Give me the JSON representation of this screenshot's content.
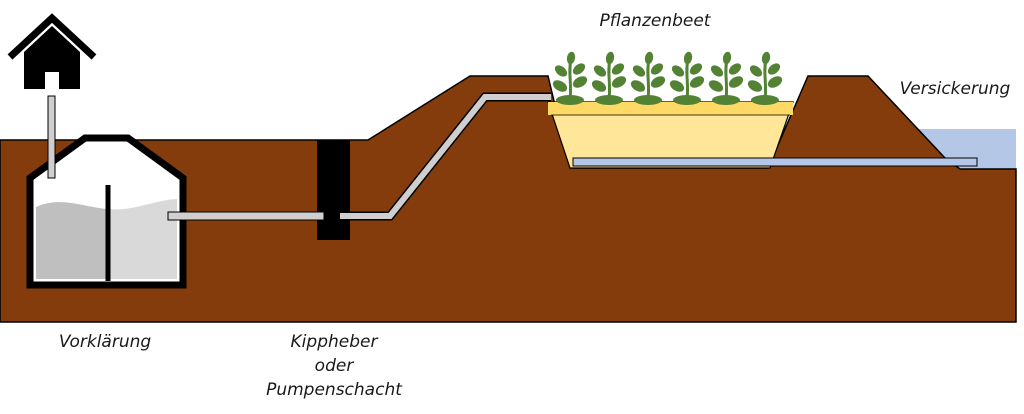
{
  "labels": {
    "pretreatment": "Vorklärung",
    "siphon": [
      "Kippheber",
      "oder",
      "Pumpenschacht"
    ],
    "plant_bed": "Pflanzenbeet",
    "infiltration": "Versickerung"
  },
  "colors": {
    "soil": "#843C0C",
    "outline": "#000000",
    "pipe": "#D0CECE",
    "tank_water_dark": "#BFBFBF",
    "tank_water_light": "#D9D9D9",
    "bed_fill": "#FFE699",
    "bed_top": "#FFD966",
    "water": "#B4C7E7",
    "plant_leaf": "#548235",
    "house": "#000000"
  },
  "icons": {
    "house": "house-icon",
    "plant": "plant-icon"
  },
  "plant_count": 6
}
